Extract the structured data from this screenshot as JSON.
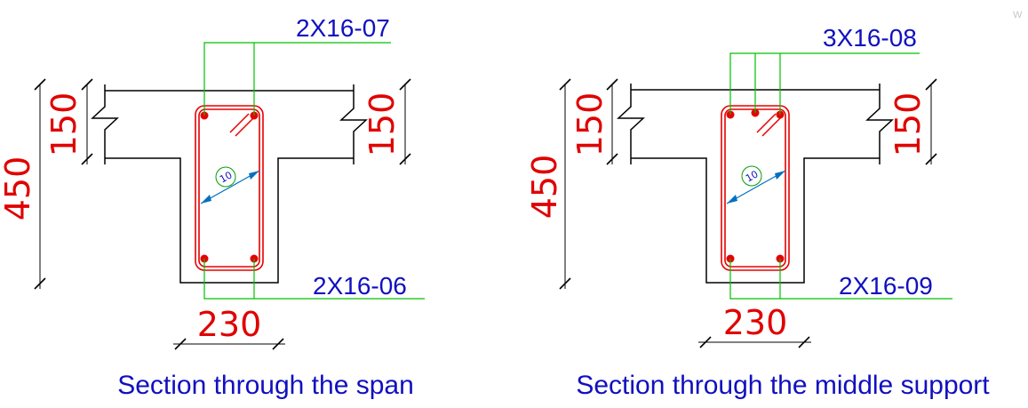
{
  "colors": {
    "outline": "#000000",
    "rebar": "#e60000",
    "stirrup": "#e60000",
    "leader": "#00c000",
    "label": "#1010c0",
    "dimension_text": "#e00000",
    "dimension_line": "#000000",
    "stirrup_dim": "#0070c0"
  },
  "corner_mark": "W",
  "sections": [
    {
      "id": "span",
      "caption": "Section through the span",
      "top_rebar_label": "2X16-07",
      "bottom_rebar_label": "2X16-06",
      "top_bar_count": 2,
      "bottom_bar_count": 2,
      "stirrup_dim": "10",
      "dim_total_height": "450",
      "dim_left_flange": "150",
      "dim_right_flange": "150",
      "dim_width": "230"
    },
    {
      "id": "middle-support",
      "caption": "Section through the middle support",
      "top_rebar_label": "3X16-08",
      "bottom_rebar_label": "2X16-09",
      "top_bar_count": 3,
      "bottom_bar_count": 2,
      "stirrup_dim": "10",
      "dim_total_height": "450",
      "dim_left_flange": "150",
      "dim_right_flange": "150",
      "dim_width": "230"
    }
  ]
}
